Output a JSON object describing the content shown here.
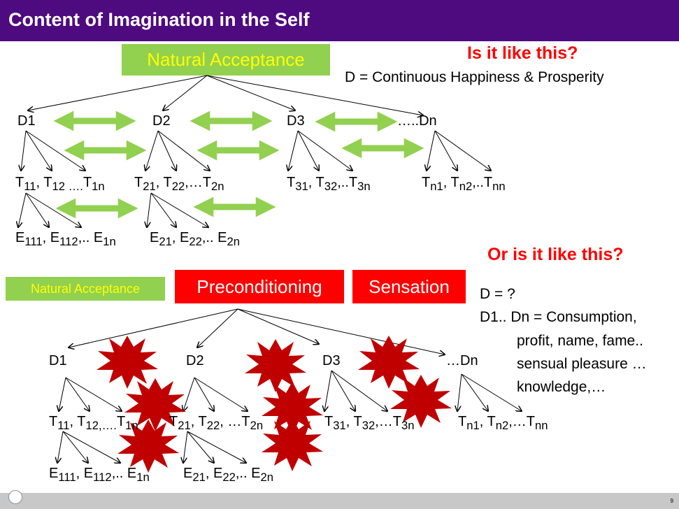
{
  "title": "Content of Imagination in the Self",
  "top": {
    "acceptance_label": "Natural Acceptance",
    "question": "Is it like this?",
    "d_definition": "D = Continuous Happiness & Prosperity",
    "desires": [
      "D1",
      "D2",
      "D3",
      "…..Dn"
    ],
    "thoughts": {
      "row1": {
        "p1": "T",
        "s1": "11",
        "p2": ", T",
        "s2": "12 ….",
        "p3": "T",
        "s3": "1n"
      },
      "row2": {
        "p1": "T",
        "s1": "21",
        "p2": ", T",
        "s2": "22",
        "p3": ",…T",
        "s3": "2n"
      },
      "row3": {
        "p1": "T",
        "s1": "31",
        "p2": ", T",
        "s2": "32",
        "p3": ",..T",
        "s3": "3n"
      },
      "row4": {
        "p1": "T",
        "s1": "n1",
        "p2": ", T",
        "s2": "n2",
        "p3": ",..T",
        "s3": "nn"
      }
    },
    "expectations": {
      "row1": {
        "p1": "E",
        "s1": "111",
        "p2": ", E",
        "s2": "112",
        "p3": ",.. E",
        "s3": "1n"
      },
      "row2": {
        "p1": "E",
        "s1": "21",
        "p2": ", E",
        "s2": "22",
        "p3": ",.. E",
        "s3": "2n"
      }
    }
  },
  "bottom": {
    "question": "Or is it like this?",
    "acceptance_label": "Natural Acceptance",
    "preconditioning_label": "Preconditioning",
    "sensation_label": "Sensation",
    "d_question": "D = ?",
    "dn_lines": [
      "D1.. Dn = Consumption,",
      "profit, name, fame..",
      "sensual pleasure …",
      "knowledge,…"
    ],
    "desires": [
      "D1",
      "D2",
      "D3",
      "…Dn"
    ],
    "thoughts": {
      "row1": {
        "p1": "T",
        "s1": "11",
        "p2": ", T",
        "s2": "12,….",
        "p3": "T",
        "s3": "1n"
      },
      "row2": {
        "p1": "T",
        "s1": "21",
        "p2": ", T",
        "s2": "22",
        "p3": ", …T",
        "s3": "2n"
      },
      "row3": {
        "p1": "T",
        "s1": "31",
        "p2": ", T",
        "s2": "32",
        "p3": ",…T",
        "s3": "3n"
      },
      "row4": {
        "p1": "T",
        "s1": "n1",
        "p2": ", T",
        "s2": "n2",
        "p3": ",…T",
        "s3": "nn"
      }
    },
    "expectations": {
      "row1": {
        "p1": "E",
        "s1": "111",
        "p2": ", E",
        "s2": "112",
        "p3": ",.. E",
        "s3": "1n"
      },
      "row2": {
        "p1": "E",
        "s1": "21",
        "p2": ", E",
        "s2": "22",
        "p3": ",.. E",
        "s3": "2n"
      }
    }
  },
  "slide_number": "9",
  "colors": {
    "title_bar": "#4e0a7f",
    "natural_acceptance": "#92d050",
    "natural_acceptance_text": "#ffff00",
    "conditioning_box": "#ff0000",
    "question_text": "#ff0000",
    "green_arrow": "#92d050",
    "burst": "#c00000"
  },
  "icons": [
    "double-headed-arrow-icon",
    "explosion-burst-icon",
    "logo-icon"
  ]
}
